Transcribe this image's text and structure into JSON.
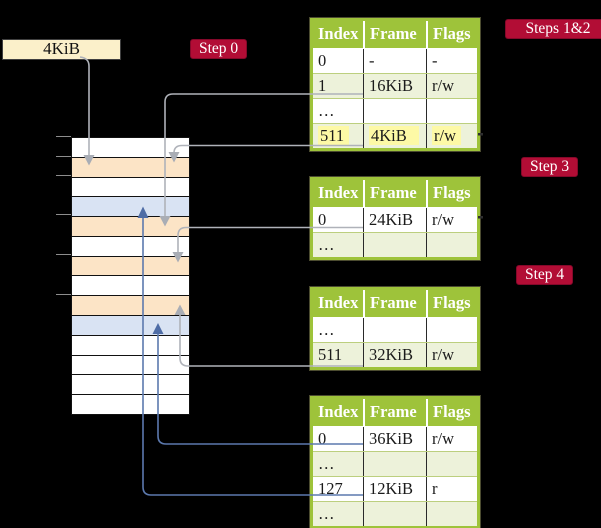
{
  "box_4kib": {
    "label": "4KiB"
  },
  "step_labels": {
    "step0": "Step 0",
    "steps12": "Steps 1&2",
    "step3": "Step 3",
    "step4": "Step 4"
  },
  "memory": {
    "rows": [
      "white",
      "orange",
      "white",
      "blue",
      "orange",
      "white",
      "orange",
      "white",
      "orange",
      "blue",
      "white",
      "white",
      "white",
      "white"
    ]
  },
  "tables": [
    {
      "title": "page-table-steps-1-2",
      "headers": [
        "Index",
        "Frame",
        "Flags"
      ],
      "rows": [
        {
          "index": "0",
          "frame": "-",
          "flags": "-"
        },
        {
          "index": "1",
          "frame": "16KiB",
          "flags": "r/w"
        },
        {
          "index": "…",
          "frame": "",
          "flags": ""
        },
        {
          "index": "511",
          "frame": "4KiB",
          "flags": "r/w"
        }
      ]
    },
    {
      "title": "page-table-step-3",
      "headers": [
        "Index",
        "Frame",
        "Flags"
      ],
      "rows": [
        {
          "index": "0",
          "frame": "24KiB",
          "flags": "r/w"
        },
        {
          "index": "…",
          "frame": "",
          "flags": ""
        }
      ]
    },
    {
      "title": "page-table-step-4",
      "headers": [
        "Index",
        "Frame",
        "Flags"
      ],
      "rows": [
        {
          "index": "…",
          "frame": "",
          "flags": ""
        },
        {
          "index": "511",
          "frame": "32KiB",
          "flags": "r/w"
        }
      ]
    },
    {
      "title": "page-table-final",
      "headers": [
        "Index",
        "Frame",
        "Flags"
      ],
      "rows": [
        {
          "index": "0",
          "frame": "36KiB",
          "flags": "r/w"
        },
        {
          "index": "…",
          "frame": "",
          "flags": ""
        },
        {
          "index": "127",
          "frame": "12KiB",
          "flags": "r"
        },
        {
          "index": "…",
          "frame": "",
          "flags": ""
        }
      ]
    }
  ],
  "colors": {
    "step_badge": "#b20d35",
    "table_header_green": "#9ec33a",
    "table_row_green": "#edf2da",
    "table_border_green": "#9ec33a",
    "highlight_yellow": "#fdf9a6",
    "memory_orange": "#fce4c6",
    "memory_blue": "#d9e3f3",
    "arrow_gray": "#afb2b9",
    "arrow_blue": "#5c79ae",
    "box_cream": "#fbf0ca"
  }
}
